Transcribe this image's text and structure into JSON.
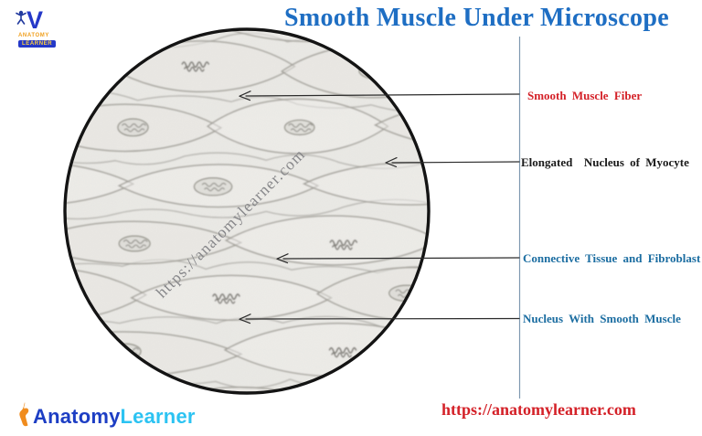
{
  "title": {
    "text": "Smooth Muscle Under Microscope",
    "color": "#1e6ec3"
  },
  "top_logo": {
    "v_mark": "V",
    "line1": "ANATOMY",
    "line2": "LEARNER"
  },
  "microscope": {
    "watermark": "https://anatomylearner.com"
  },
  "annotations": [
    {
      "text": "Smooth Muscle Fiber",
      "color": "#d42128"
    },
    {
      "text": "Elongated  Nucleus of Myocyte",
      "color": "#1a1a1a"
    },
    {
      "text": "Connective Tissue and Fibroblast",
      "color": "#1b6da1"
    },
    {
      "text": "Nucleus With Smooth Muscle",
      "color": "#1b6da1"
    }
  ],
  "annotation_line_color": "#7e99b0",
  "arrow_color": "#2b2b2b",
  "footer": {
    "brand": {
      "part1": "Anatomy",
      "part2": "Learner",
      "part1_color": "#1d3ec4",
      "part2_color": "#2cc3f2"
    },
    "url": {
      "text": "https://anatomylearner.com",
      "color": "#d42128"
    }
  }
}
